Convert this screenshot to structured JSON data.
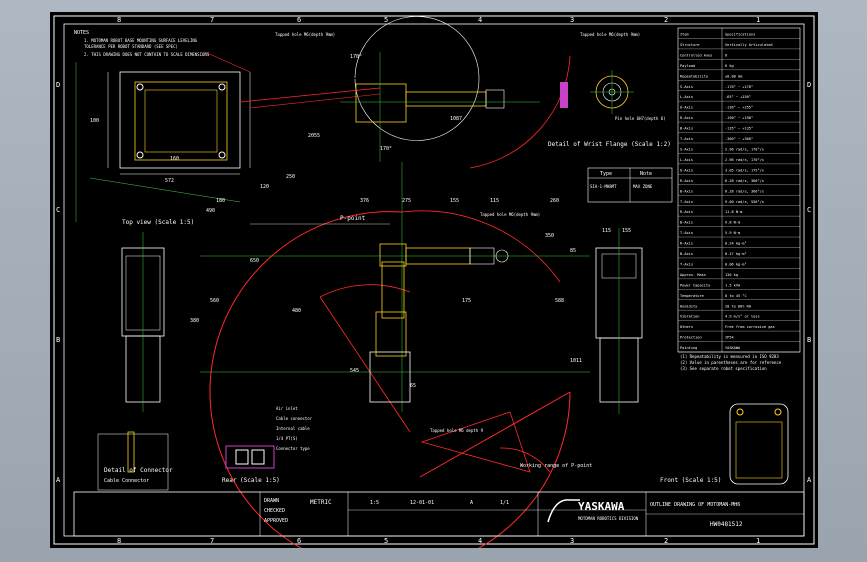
{
  "column_labels": [
    "8",
    "7",
    "6",
    "5",
    "4",
    "3",
    "2",
    "1"
  ],
  "row_labels": [
    "D",
    "C",
    "B",
    "A"
  ],
  "notes": {
    "title": "NOTES",
    "lines": [
      "1. MOTOMAN ROBOT BASE MOUNTING SURFACE LEVELING",
      "   TOLERANCE PER ROBOT STANDARD (SEE SPEC)",
      "2. THIS DRAWING DOES NOT CONTAIN TO SCALE DIMENSIONS"
    ]
  },
  "views": {
    "top_view_label": "Top view (Scale 1:5)",
    "flange_label": "Detail of Wrist Flange (Scale 1:2)",
    "front_view_label": "Front (Scale 1:5)",
    "rear_view_label": "Rear (Scale 1:5)",
    "connector_label": "Detail of Connector",
    "connector_sub": "Cable Connector",
    "point_p_label": "P-point",
    "working_range_label": "Working range of P-point"
  },
  "type_table": {
    "headers": [
      "Type",
      "Note"
    ],
    "rows": [
      [
        "SIA-1-MH8MT",
        "MAX ZONE"
      ]
    ]
  },
  "dimensions": [
    "170°",
    "170°",
    "2055",
    "1087",
    "560",
    "380",
    "376",
    "275",
    "155",
    "115",
    "260",
    "85",
    "350",
    "588",
    "1011",
    "545",
    "175",
    "65",
    "480",
    "650",
    "250",
    "120",
    "180",
    "490",
    "100",
    "160",
    "572"
  ],
  "spec_table": {
    "rows": [
      [
        "Item",
        "Specifications"
      ],
      [
        "Structure",
        "Vertically Articulated"
      ],
      [
        "Controlled Axes",
        "6"
      ],
      [
        "Payload",
        "6 kg"
      ],
      [
        "Repeatability",
        "±0.08 mm"
      ],
      [
        "S-Axis",
        "-170° ~ +170°"
      ],
      [
        "L-Axis",
        "-65° ~ +150°"
      ],
      [
        "U-Axis",
        "-136° ~ +255°"
      ],
      [
        "R-Axis",
        "-190° ~ +190°"
      ],
      [
        "B-Axis",
        "-135° ~ +135°"
      ],
      [
        "T-Axis",
        "-360° ~ +360°"
      ],
      [
        "S-Axis",
        "2.96 rad/s, 170°/s"
      ],
      [
        "L-Axis",
        "2.96 rad/s, 170°/s"
      ],
      [
        "U-Axis",
        "3.05 rad/s, 175°/s"
      ],
      [
        "R-Axis",
        "6.28 rad/s, 360°/s"
      ],
      [
        "B-Axis",
        "6.28 rad/s, 360°/s"
      ],
      [
        "T-Axis",
        "9.60 rad/s, 550°/s"
      ],
      [
        "R-Axis",
        "11.8 N·m"
      ],
      [
        "B-Axis",
        "9.8 N·m"
      ],
      [
        "T-Axis",
        "5.9 N·m"
      ],
      [
        "R-Axis",
        "0.24 kg·m²"
      ],
      [
        "B-Axis",
        "0.17 kg·m²"
      ],
      [
        "T-Axis",
        "0.06 kg·m²"
      ],
      [
        "Approx. Mass",
        "130 kg"
      ],
      [
        "Power Capacity",
        "1.5 kVA"
      ],
      [
        "Temperature",
        "0 to 45 °C"
      ],
      [
        "Humidity",
        "20 to 80% RH"
      ],
      [
        "Vibration",
        "4.9 m/s² or less"
      ],
      [
        "Others",
        "Free from corrosive gas"
      ],
      [
        "Protection",
        "IP54"
      ],
      [
        "Painting",
        "YASKAWA"
      ]
    ],
    "footnotes": [
      "(1) Repeatability is measured in ISO 9283",
      "(2) Value in parentheses are for reference",
      "(3) See separate robot specification"
    ]
  },
  "callouts": {
    "flange_top": "Tapped hole M6(depth 9mm)",
    "flange_pin": "Pin hole 6H7(depth 6)",
    "upper_arm": "Tapped hole M6(depth 9mm)",
    "base": "Tapped hole M6(depth 9mm)",
    "cable_box_1": "Air inlet",
    "cable_box_2": "Cable connector",
    "cable_box_3": "Internal cable",
    "cable_box_4": "1/4 PT(S)",
    "cable_box_5": "Connector type",
    "cable_box_6": "Tapped hole M6 depth 9"
  },
  "title_block": {
    "company": "YASKAWA",
    "company_sub": "MOTOMAN ROBOTICS DIVISION",
    "description": "OUTLINE DRAWING OF MOTOMAN-MH6",
    "drawing_no": "HW0481512",
    "scale": "1:5",
    "units": "METRIC",
    "drawn": "DRAWN",
    "checked": "CHECKED",
    "approved": "APPROVED",
    "date": "12-01-01",
    "rev": "A",
    "sheet": "1/1"
  }
}
